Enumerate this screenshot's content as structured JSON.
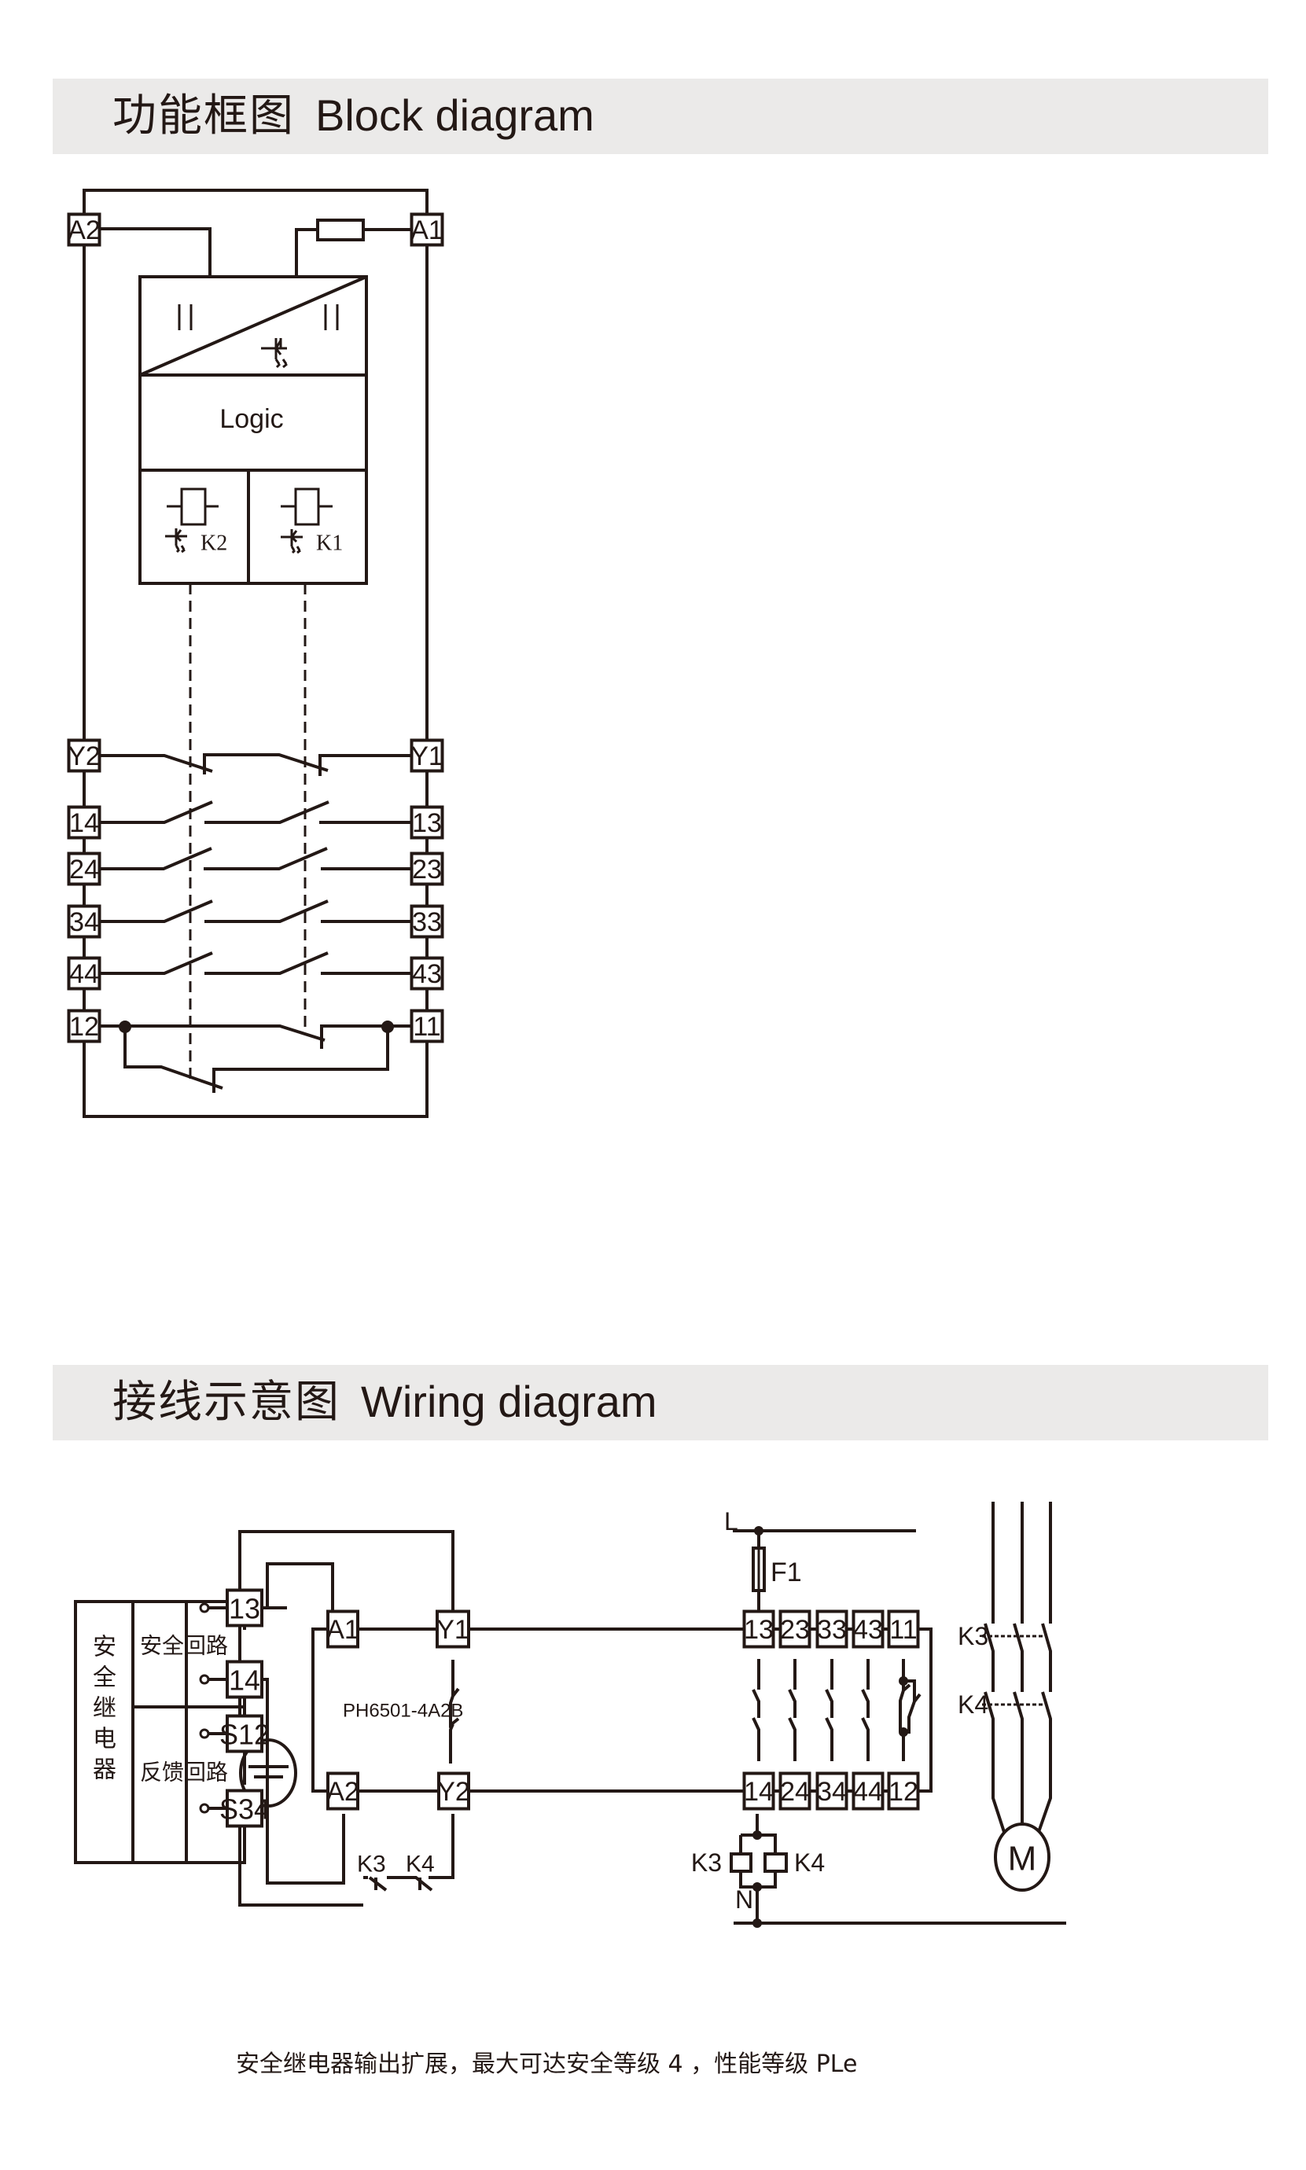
{
  "sections": {
    "block": {
      "title_cn": "功能框图",
      "title_en": "Block diagram"
    },
    "wiring": {
      "title_cn": "接线示意图",
      "title_en": "Wiring diagram"
    }
  },
  "block_diagram": {
    "terminals_left": [
      "A2",
      "Y2",
      "14",
      "24",
      "34",
      "44",
      "12"
    ],
    "terminals_right": [
      "A1",
      "Y1",
      "13",
      "23",
      "33",
      "43",
      "11"
    ],
    "logic_label": "Logic",
    "relay_left": "K2",
    "relay_right": "K1",
    "supply_symbol": "||"
  },
  "wiring_diagram": {
    "safety_relay": {
      "label": "安全继电器",
      "safety_circuit": "安全回路",
      "feedback_circuit": "反馈回路",
      "terminals": [
        "13",
        "14",
        "S12",
        "S34"
      ]
    },
    "module": {
      "model": "PH6501-4A2B",
      "terminals": [
        "A1",
        "A2",
        "Y1",
        "Y2"
      ]
    },
    "output_top": [
      "13",
      "23",
      "33",
      "43",
      "11"
    ],
    "output_bottom": [
      "14",
      "24",
      "34",
      "44",
      "12"
    ],
    "line_label": "L",
    "neutral_label": "N",
    "fuse_label": "F1",
    "feedback_contacts": [
      "K3",
      "K4"
    ],
    "coils": [
      "K3",
      "K4"
    ],
    "motor_contactors": [
      "K3",
      "K4"
    ],
    "motor_label": "M"
  },
  "caption": "安全继电器输出扩展，最大可达安全等级 4 ，性能等级 PLe"
}
